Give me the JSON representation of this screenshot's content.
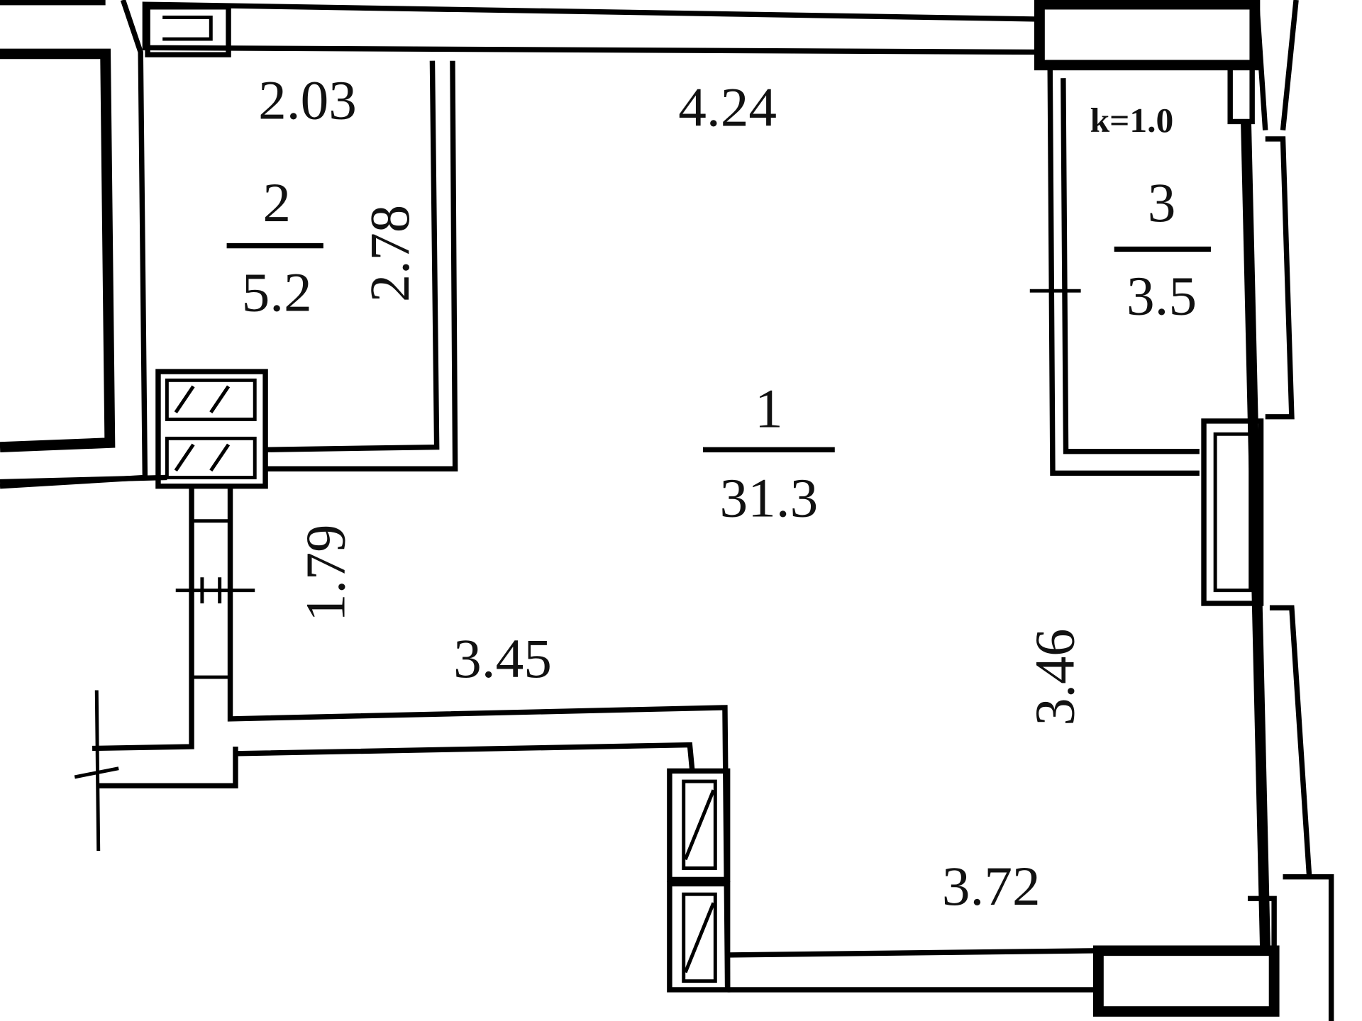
{
  "plan": {
    "rooms": [
      {
        "number": "1",
        "area": "31.3"
      },
      {
        "number": "2",
        "area": "5.2"
      },
      {
        "number": "3",
        "area": "3.5"
      }
    ],
    "dimensions": {
      "top_room2": "2.03",
      "side_room2": "2.78",
      "top_room1": "4.24",
      "left_lower": "1.79",
      "mid_lower": "3.45",
      "right_side": "3.46",
      "bottom": "3.72"
    },
    "coefficient": "k=1.0"
  }
}
